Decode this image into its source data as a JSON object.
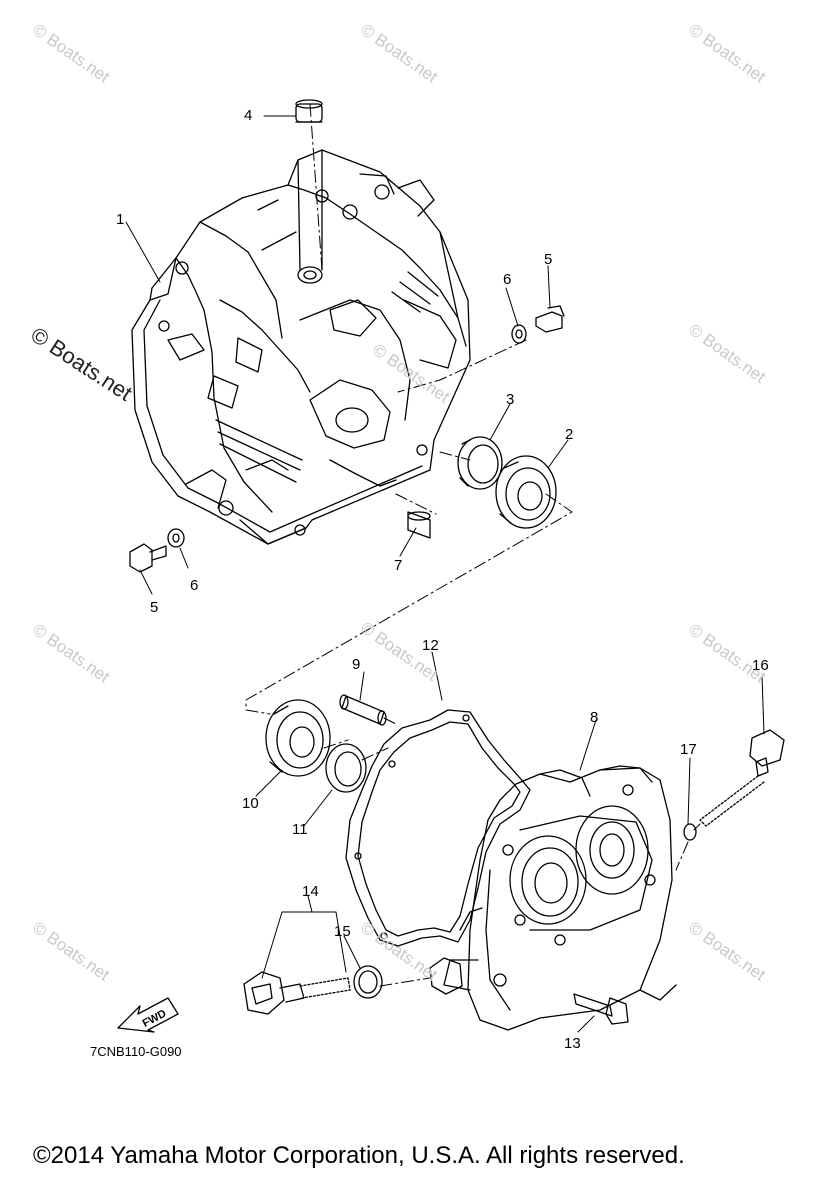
{
  "callouts": [
    "1",
    "2",
    "3",
    "4",
    "5",
    "5",
    "6",
    "6",
    "7",
    "8",
    "9",
    "10",
    "11",
    "12",
    "13",
    "14",
    "15",
    "16",
    "17"
  ],
  "watermark": "© Boats.net",
  "watermark_prominent": "© Boats.net",
  "fwd_label": "FWD",
  "diagram_code": "7CNB110-G090",
  "copyright": "©2014 Yamaha Motor Corporation, U.S.A. All rights reserved.",
  "colors": {
    "line": "#000000",
    "watermark": "#c9c9c9",
    "background": "#ffffff"
  }
}
